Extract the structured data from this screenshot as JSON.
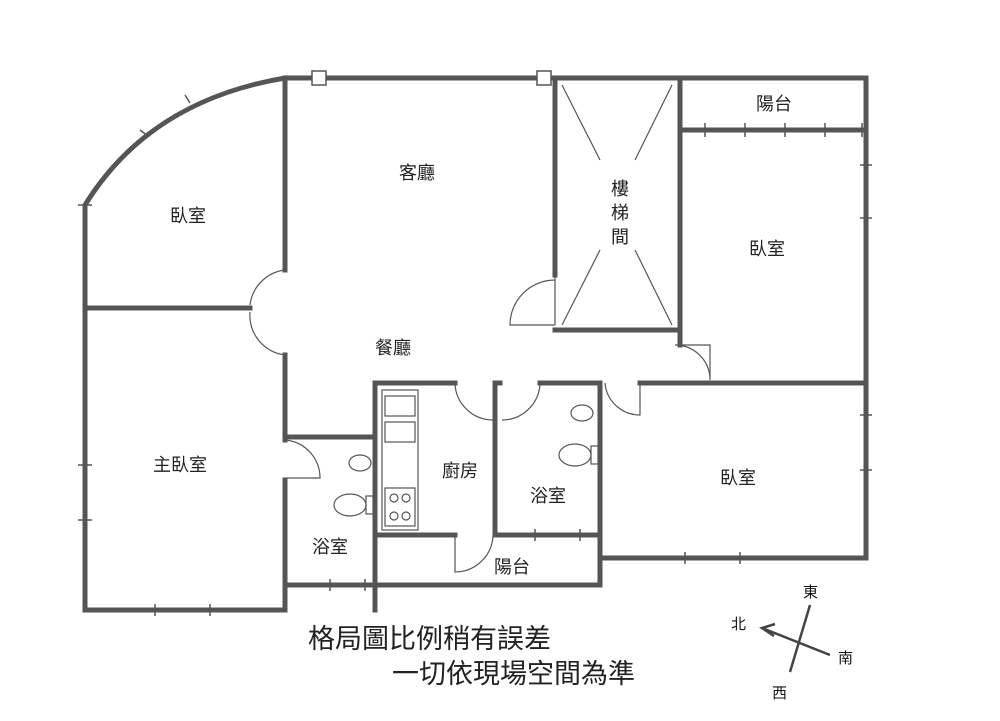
{
  "rooms": {
    "living": "客廳",
    "dining": "餐廳",
    "stairs": "樓梯間",
    "balcony_top": "陽台",
    "bedroom_nw": "臥室",
    "bedroom_ne": "臥室",
    "bedroom_se": "臥室",
    "master_bedroom": "主臥室",
    "kitchen": "廚房",
    "bath_1": "浴室",
    "bath_2": "浴室",
    "balcony_bottom": "陽台"
  },
  "notes": {
    "line1": "格局圖比例稍有誤差",
    "line2": "一切依現場空間為準"
  },
  "compass": {
    "north": "北",
    "south": "南",
    "east": "東",
    "west": "西"
  }
}
